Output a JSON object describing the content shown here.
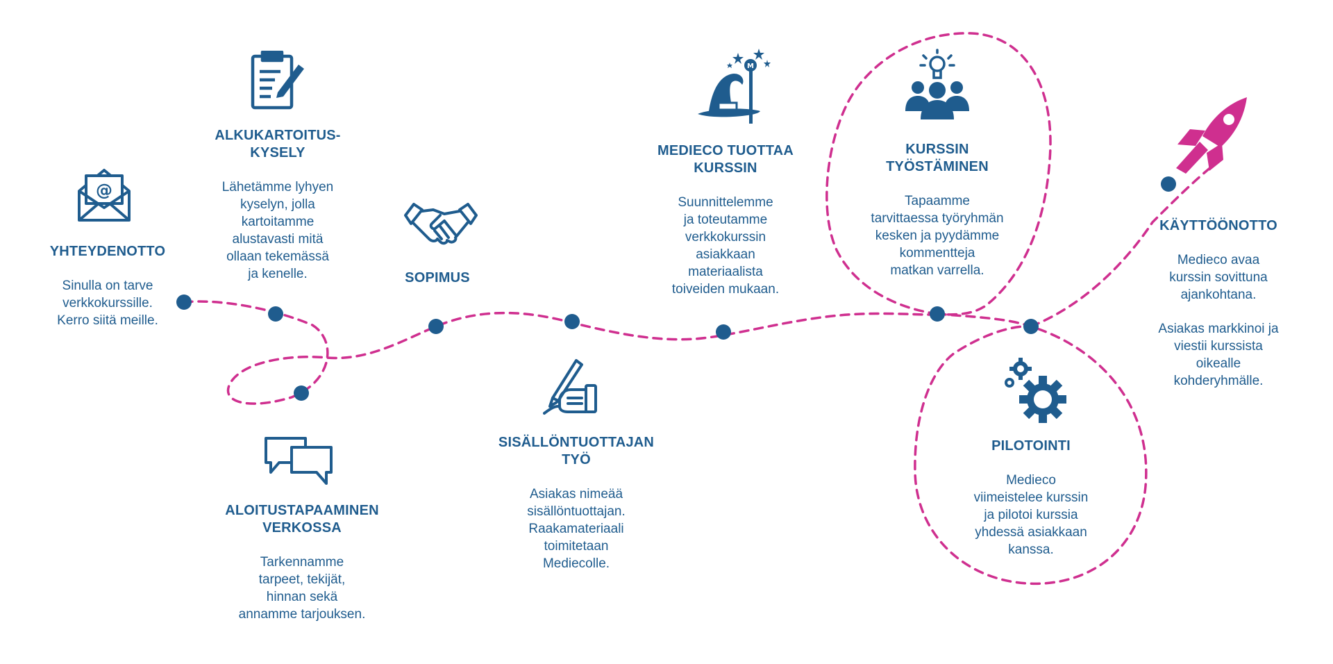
{
  "colors": {
    "primary": "#1f5c8e",
    "accent": "#cf2f8f"
  },
  "steps": [
    {
      "id": "yhteydenotto",
      "icon": "envelope-at-icon",
      "title": "YHTEYDENOTTO",
      "lines": [
        "Sinulla on tarve",
        "verkkokurssille.",
        "Kerro siitä meille."
      ]
    },
    {
      "id": "alkukartoitus",
      "icon": "clipboard-pencil-icon",
      "title_lines": [
        "ALKUKARTOITUS-",
        "KYSELY"
      ],
      "lines": [
        "Lähetämme lyhyen",
        "kyselyn, jolla",
        "kartoitamme",
        "alustavasti mitä",
        "ollaan tekemässä",
        "ja kenelle."
      ]
    },
    {
      "id": "aloitustapaaminen",
      "icon": "speech-bubbles-icon",
      "title_lines": [
        "ALOITUSTAPAAMINEN",
        "VERKOSSA"
      ],
      "lines": [
        "Tarkennamme",
        "tarpeet, tekijät,",
        "hinnan sekä",
        "annamme tarjouksen."
      ]
    },
    {
      "id": "sopimus",
      "icon": "handshake-icon",
      "title": "SOPIMUS"
    },
    {
      "id": "sisallontuottaja",
      "icon": "hand-writing-icon",
      "title_lines": [
        "SISÄLLÖNTUOTTAJAN",
        "TYÖ"
      ],
      "lines": [
        "Asiakas nimeää",
        "sisällöntuottajan.",
        "Raakamateriaali",
        "toimitetaan",
        "Mediecolle."
      ]
    },
    {
      "id": "tuottaa",
      "icon": "wizard-hat-icon",
      "title_lines": [
        "MEDIECO TUOTTAA",
        "KURSSIN"
      ],
      "lines": [
        "Suunnittelemme",
        "ja toteutamme",
        "verkkokurssin",
        "asiakkaan",
        "materiaalista",
        "toiveiden mukaan."
      ]
    },
    {
      "id": "tyostaminen",
      "icon": "team-lightbulb-icon",
      "title_lines": [
        "KURSSIN",
        "TYÖSTÄMINEN"
      ],
      "lines": [
        "Tapaamme",
        "tarvittaessa työryhmän",
        "kesken ja pyydämme",
        "kommentteja",
        "matkan varrella."
      ]
    },
    {
      "id": "pilotointi",
      "icon": "gears-icon",
      "title": "PILOTOINTI",
      "lines": [
        "Medieco",
        "viimeistelee kurssin",
        "ja pilotoi kurssia",
        "yhdessä asiakkaan",
        "kanssa."
      ]
    },
    {
      "id": "kayttoonotto",
      "icon": "rocket-icon",
      "title": "KÄYTTÖÖNOTTO",
      "lines": [
        "Medieco avaa",
        "kurssin sovittuna",
        "ajankohtana."
      ],
      "lines2": [
        "Asiakas markkinoi ja",
        "viestii kurssista",
        "oikealle",
        "kohderyhmälle."
      ]
    }
  ]
}
